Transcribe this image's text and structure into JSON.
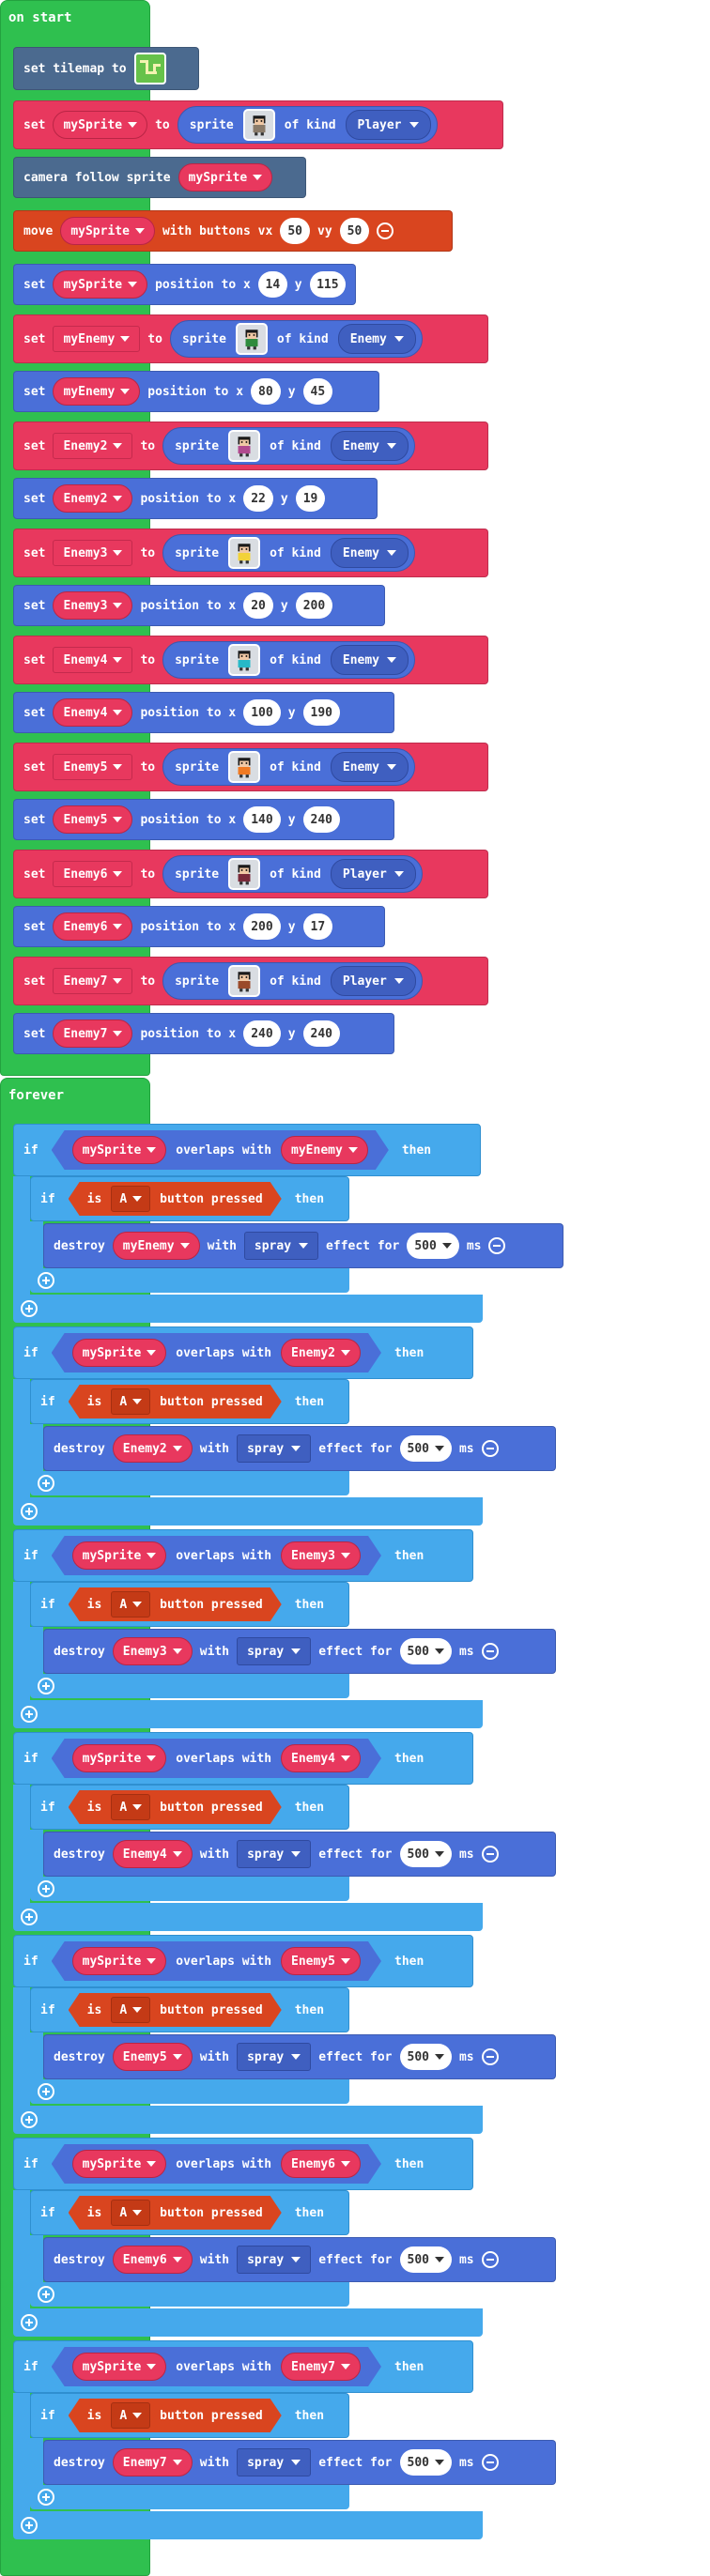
{
  "on_start": {
    "hat_label": "on start",
    "tilemap": {
      "label": "set tilemap to"
    },
    "set_word": "set",
    "to_word": "to",
    "sprite_word": "sprite",
    "of_kind_word": "of kind",
    "position_word": "position to x",
    "y_word": "y",
    "camera": {
      "label": "camera follow sprite",
      "var": "mySprite"
    },
    "move": {
      "label": "move",
      "var": "mySprite",
      "with_label": "with buttons vx",
      "vx": "50",
      "vy_label": "vy",
      "vy": "50"
    },
    "sprites": [
      {
        "var": "mySprite",
        "kind": "Player",
        "x": "14",
        "y": "115",
        "thumb_color": "#8a7b6a"
      },
      {
        "var": "myEnemy",
        "kind": "Enemy",
        "x": "80",
        "y": "45",
        "thumb_color": "#2e8b3d"
      },
      {
        "var": "Enemy2",
        "kind": "Enemy",
        "x": "22",
        "y": "19",
        "thumb_color": "#b14a8f"
      },
      {
        "var": "Enemy3",
        "kind": "Enemy",
        "x": "20",
        "y": "200",
        "thumb_color": "#f2d23a"
      },
      {
        "var": "Enemy4",
        "kind": "Enemy",
        "x": "100",
        "y": "190",
        "thumb_color": "#27b9c8"
      },
      {
        "var": "Enemy5",
        "kind": "Enemy",
        "x": "140",
        "y": "240",
        "thumb_color": "#f07a23"
      },
      {
        "var": "Enemy6",
        "kind": "Player",
        "x": "200",
        "y": "17",
        "thumb_color": "#7a2a3a"
      },
      {
        "var": "Enemy7",
        "kind": "Player",
        "x": "240",
        "y": "240",
        "thumb_color": "#9a4a2a"
      }
    ]
  },
  "forever": {
    "hat_label": "forever",
    "if_word": "if",
    "then_word": "then",
    "overlaps_word": "overlaps with",
    "is_word": "is",
    "button": "A",
    "pressed_word": "button pressed",
    "destroy_word": "destroy",
    "with_word": "with",
    "effect": "spray",
    "effect_for_word": "effect for",
    "duration": "500",
    "ms_word": "ms",
    "player_var": "mySprite",
    "targets": [
      "myEnemy",
      "Enemy2",
      "Enemy3",
      "Enemy4",
      "Enemy5",
      "Enemy6",
      "Enemy7"
    ]
  },
  "colors": {
    "hat": "#2fc04f",
    "sprites": "#e8385e",
    "sprite_blue": "#4a6fd8",
    "scene": "#4b6a8f",
    "controller": "#d9451f",
    "logic": "#45a9ec"
  }
}
